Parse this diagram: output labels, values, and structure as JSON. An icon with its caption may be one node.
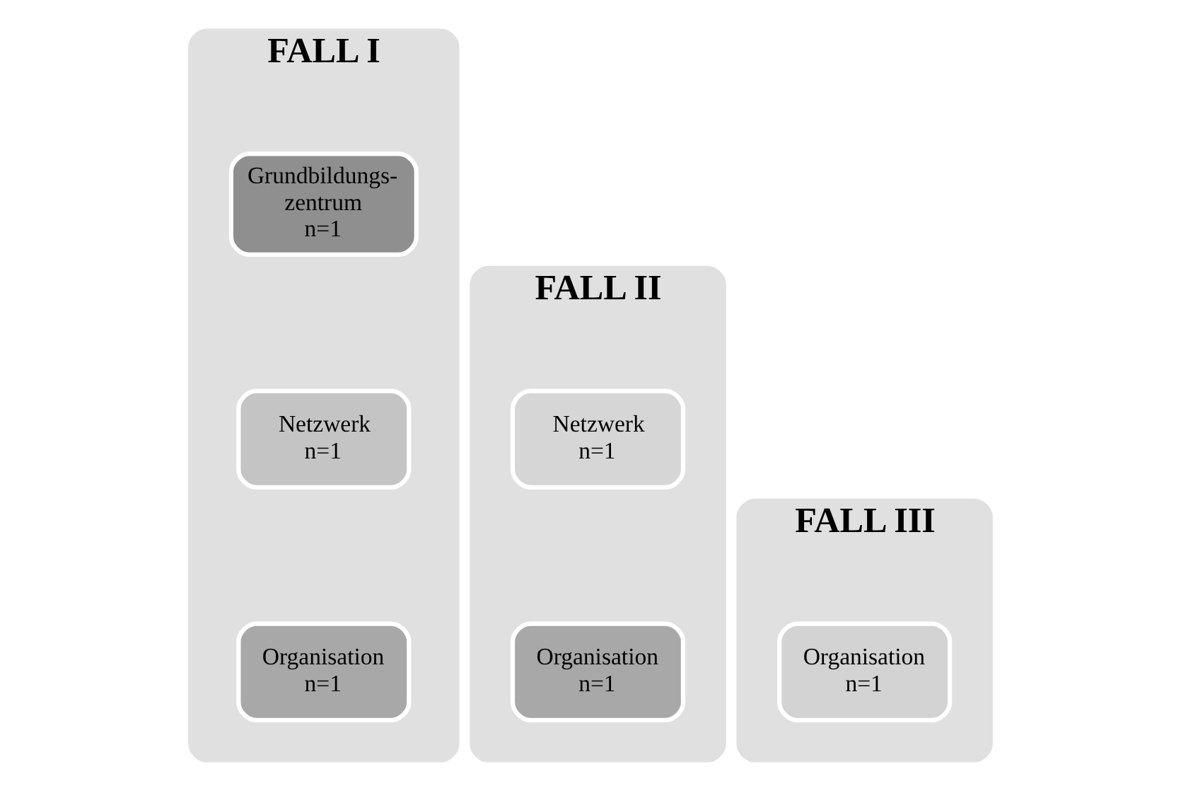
{
  "diagram": {
    "nodes": [
      {
        "text": [
          "FALL I"
        ]
      },
      {
        "text": [
          "Grundbildungs- zentrum",
          "n=1"
        ],
        "in": 0
      },
      {
        "text": [
          "Netzwerk",
          "n=1"
        ],
        "in": 0
      },
      {
        "text": [
          "Organisation",
          "n=1"
        ],
        "in": 0
      },
      {
        "text": [
          "FALL II"
        ]
      },
      {
        "text": [
          "Netzwerk",
          "n=1"
        ],
        "in": 4
      },
      {
        "text": [
          "Organisation",
          "n=1"
        ],
        "in": 4
      },
      {
        "text": [
          "FALL III"
        ]
      },
      {
        "text": [
          "Organisation",
          "n=1"
        ],
        "in": 7
      }
    ]
  }
}
